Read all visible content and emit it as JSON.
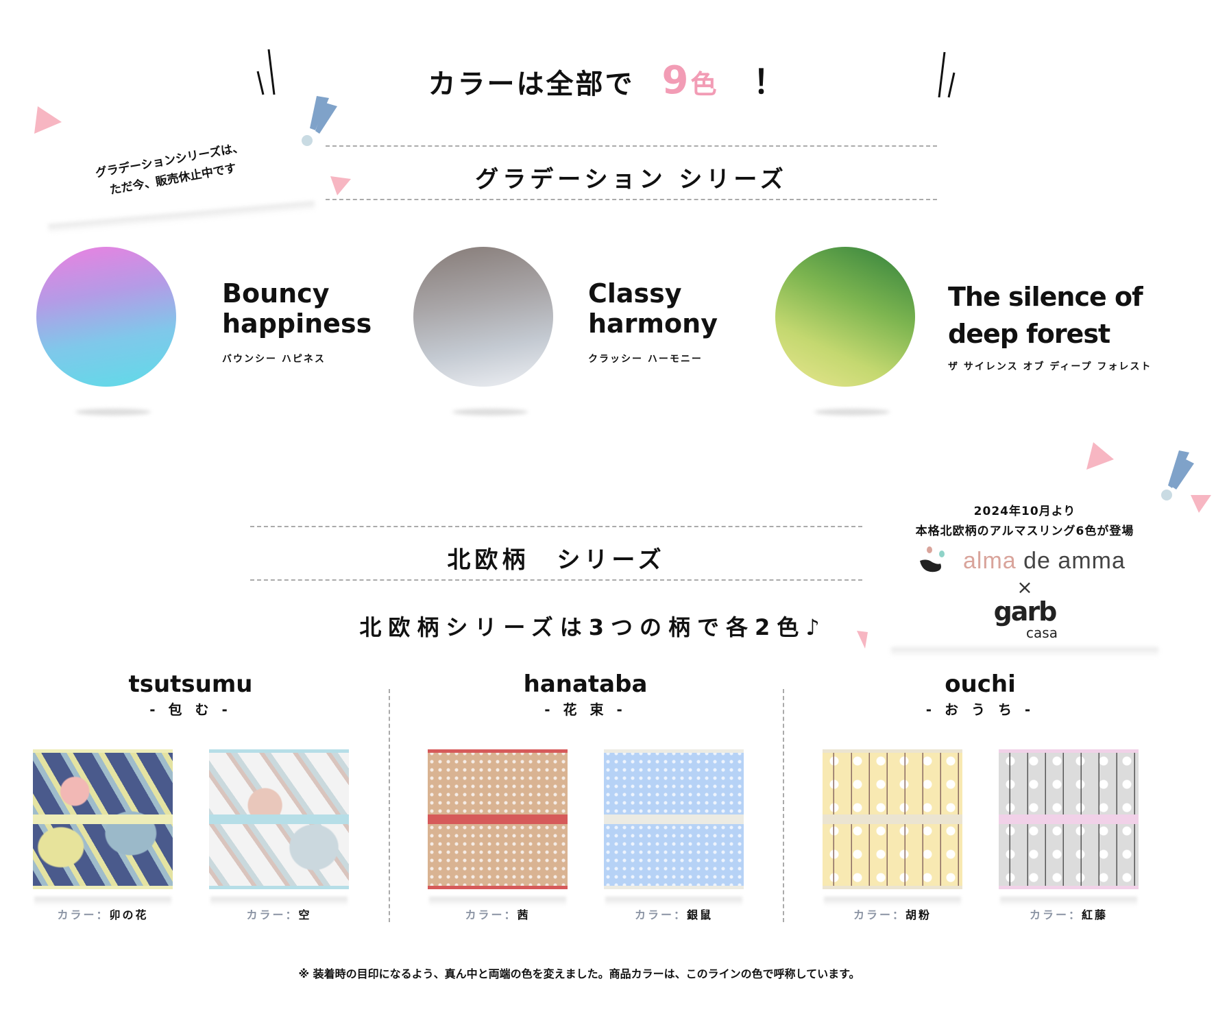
{
  "header": {
    "title_prefix": "カラーは全部で",
    "count": "9",
    "count_unit": "色",
    "exclaim": "！"
  },
  "gradation": {
    "title": "グラデーション シリーズ",
    "note_line1": "グラデーションシリーズは、",
    "note_line2": "ただ今、販売休止中です",
    "items": [
      {
        "name1": "Bouncy",
        "name2": "happiness",
        "kana": "バウンシー ハピネス"
      },
      {
        "name1": "Classy",
        "name2": "harmony",
        "kana": "クラッシー ハーモニー"
      },
      {
        "name1": "The silence of",
        "name2": "deep forest",
        "kana": "ザ サイレンス オブ ディープ フォレスト"
      }
    ]
  },
  "nordic": {
    "title": "北欧柄　シリーズ",
    "subtitle": "北欧柄シリーズは3つの柄で各2色♪",
    "color_label": "カラー：",
    "patterns": [
      {
        "name": "tsutsumu",
        "sub": "- 包 む -",
        "colors": [
          "卯の花",
          "空"
        ]
      },
      {
        "name": "hanataba",
        "sub": "- 花 束 -",
        "colors": [
          "茜",
          "銀鼠"
        ]
      },
      {
        "name": "ouchi",
        "sub": "- お う ち -",
        "colors": [
          "胡粉",
          "紅藤"
        ]
      }
    ]
  },
  "promo": {
    "line1": "2024年10月より",
    "line2": "本格北欧柄のアルマスリング6色が登場",
    "brand1_a": "alma",
    "brand1_b": " de amma",
    "cross": "×",
    "brand2": "garb",
    "brand2_sub": "casa"
  },
  "footer": {
    "note": "※ 装着時の目印になるよう、真ん中と両端の色を変えました。商品カラーは、このラインの色で呼称しています。"
  },
  "colors": {
    "accent_pink": "#f29cb5",
    "label_gray": "#8a93a3"
  }
}
